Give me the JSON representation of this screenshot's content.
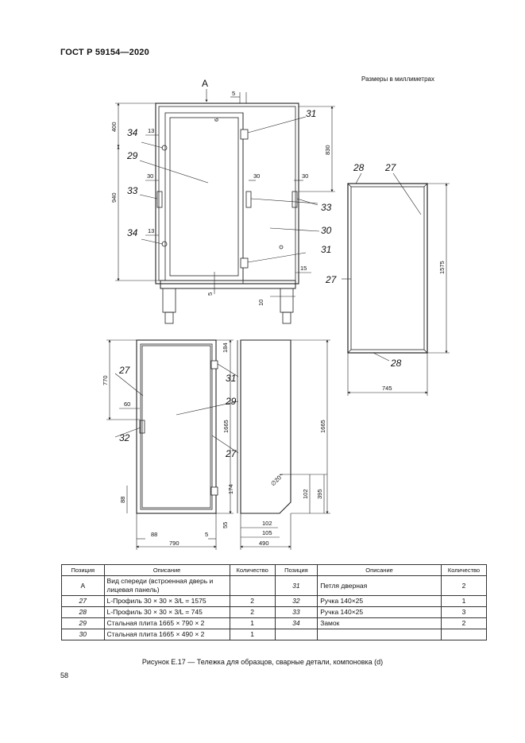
{
  "header": {
    "standard": "ГОСТ Р 59154—2020"
  },
  "units_note": "Размеры в миллиметрах",
  "view_label": "А",
  "callouts": {
    "c27": "27",
    "c28": "28",
    "c29": "29",
    "c30": "30",
    "c31": "31",
    "c32": "32",
    "c33": "33",
    "c34": "34"
  },
  "dimensions": {
    "d5": "5",
    "d6": "6",
    "d400": "400",
    "d13": "13",
    "d830": "830",
    "d30": "30",
    "d940": "940",
    "d15": "15",
    "d10": "10",
    "d1575": "1575",
    "d745": "745",
    "d770": "770",
    "d184": "184",
    "d60": "60",
    "d1665": "1665",
    "d174": "174",
    "d88": "88",
    "d55": "55",
    "d790": "790",
    "d102": "102",
    "d105": "105",
    "d490": "490",
    "d395": "395",
    "d20": "∅20"
  },
  "table": {
    "headers": [
      "Позиция",
      "Описание",
      "Количество",
      "Позиция",
      "Описание",
      "Количество"
    ],
    "rows": [
      {
        "pos1": "А",
        "desc1": "Вид спереди (встроенная дверь и лицевая панель)",
        "qty1": "",
        "pos2": "31",
        "desc2": "Петля дверная",
        "qty2": "2"
      },
      {
        "pos1": "27",
        "desc1": "L-Профиль 30 × 30 × 3/L = 1575",
        "qty1": "2",
        "pos2": "32",
        "desc2": "Ручка 140×25",
        "qty2": "1"
      },
      {
        "pos1": "28",
        "desc1": "L-Профиль 30 × 30 × 3/L = 745",
        "qty1": "2",
        "pos2": "33",
        "desc2": "Ручка 140×25",
        "qty2": "3"
      },
      {
        "pos1": "29",
        "desc1": "Стальная плита 1665 × 790 × 2",
        "qty1": "1",
        "pos2": "34",
        "desc2": "Замок",
        "qty2": "2"
      },
      {
        "pos1": "30",
        "desc1": "Стальная плита 1665 × 490 × 2",
        "qty1": "1",
        "pos2": "",
        "desc2": "",
        "qty2": ""
      }
    ]
  },
  "caption": "Рисунок Е.17 — Тележка для образцов, сварные детали, компоновка (d)",
  "page_number": "58"
}
